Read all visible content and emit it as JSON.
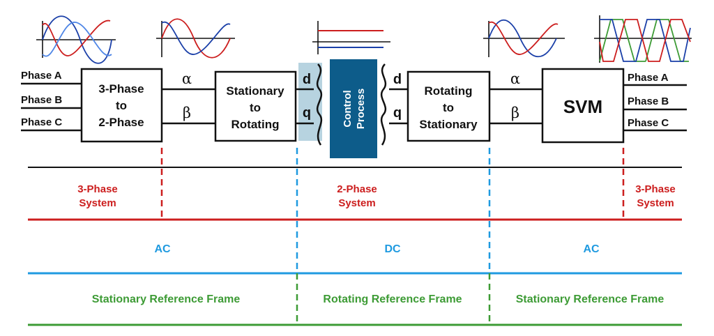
{
  "inputs": {
    "phase_a": "Phase A",
    "phase_b": "Phase B",
    "phase_c": "Phase C"
  },
  "outputs": {
    "phase_a": "Phase A",
    "phase_b": "Phase B",
    "phase_c": "Phase C"
  },
  "blocks": {
    "clarke": {
      "line1": "3-Phase",
      "line2": "to",
      "line3": "2-Phase"
    },
    "park": {
      "line1": "Stationary",
      "line2": "to",
      "line3": "Rotating"
    },
    "control": {
      "line1": "Control",
      "line2": "Process"
    },
    "inv_park": {
      "line1": "Rotating",
      "line2": "to",
      "line3": "Stationary"
    },
    "svm": {
      "label": "SVM"
    }
  },
  "signals": {
    "alpha_1": "α",
    "beta_1": "β",
    "d_1": "d",
    "q_1": "q",
    "d_2": "d",
    "q_2": "q",
    "alpha_2": "α",
    "beta_2": "β"
  },
  "system_row": {
    "left": [
      "3-Phase",
      "System"
    ],
    "middle": [
      "2-Phase",
      "System"
    ],
    "right": [
      "3-Phase",
      "System"
    ]
  },
  "signal_type_row": {
    "left": "AC",
    "middle": "DC",
    "right": "AC"
  },
  "frame_row": {
    "left": "Stationary Reference Frame",
    "middle": "Rotating Reference Frame",
    "right": "Stationary Reference Frame"
  },
  "colors": {
    "red": "#cc1e1e",
    "blue": "#1f9ae0",
    "green": "#3d9b35",
    "black": "#111111",
    "control_fill": "#0d5c8a",
    "highlight": "#b7d3e0",
    "wave_blue": "#1a3fa8",
    "wave_lightblue": "#4f86e6"
  }
}
